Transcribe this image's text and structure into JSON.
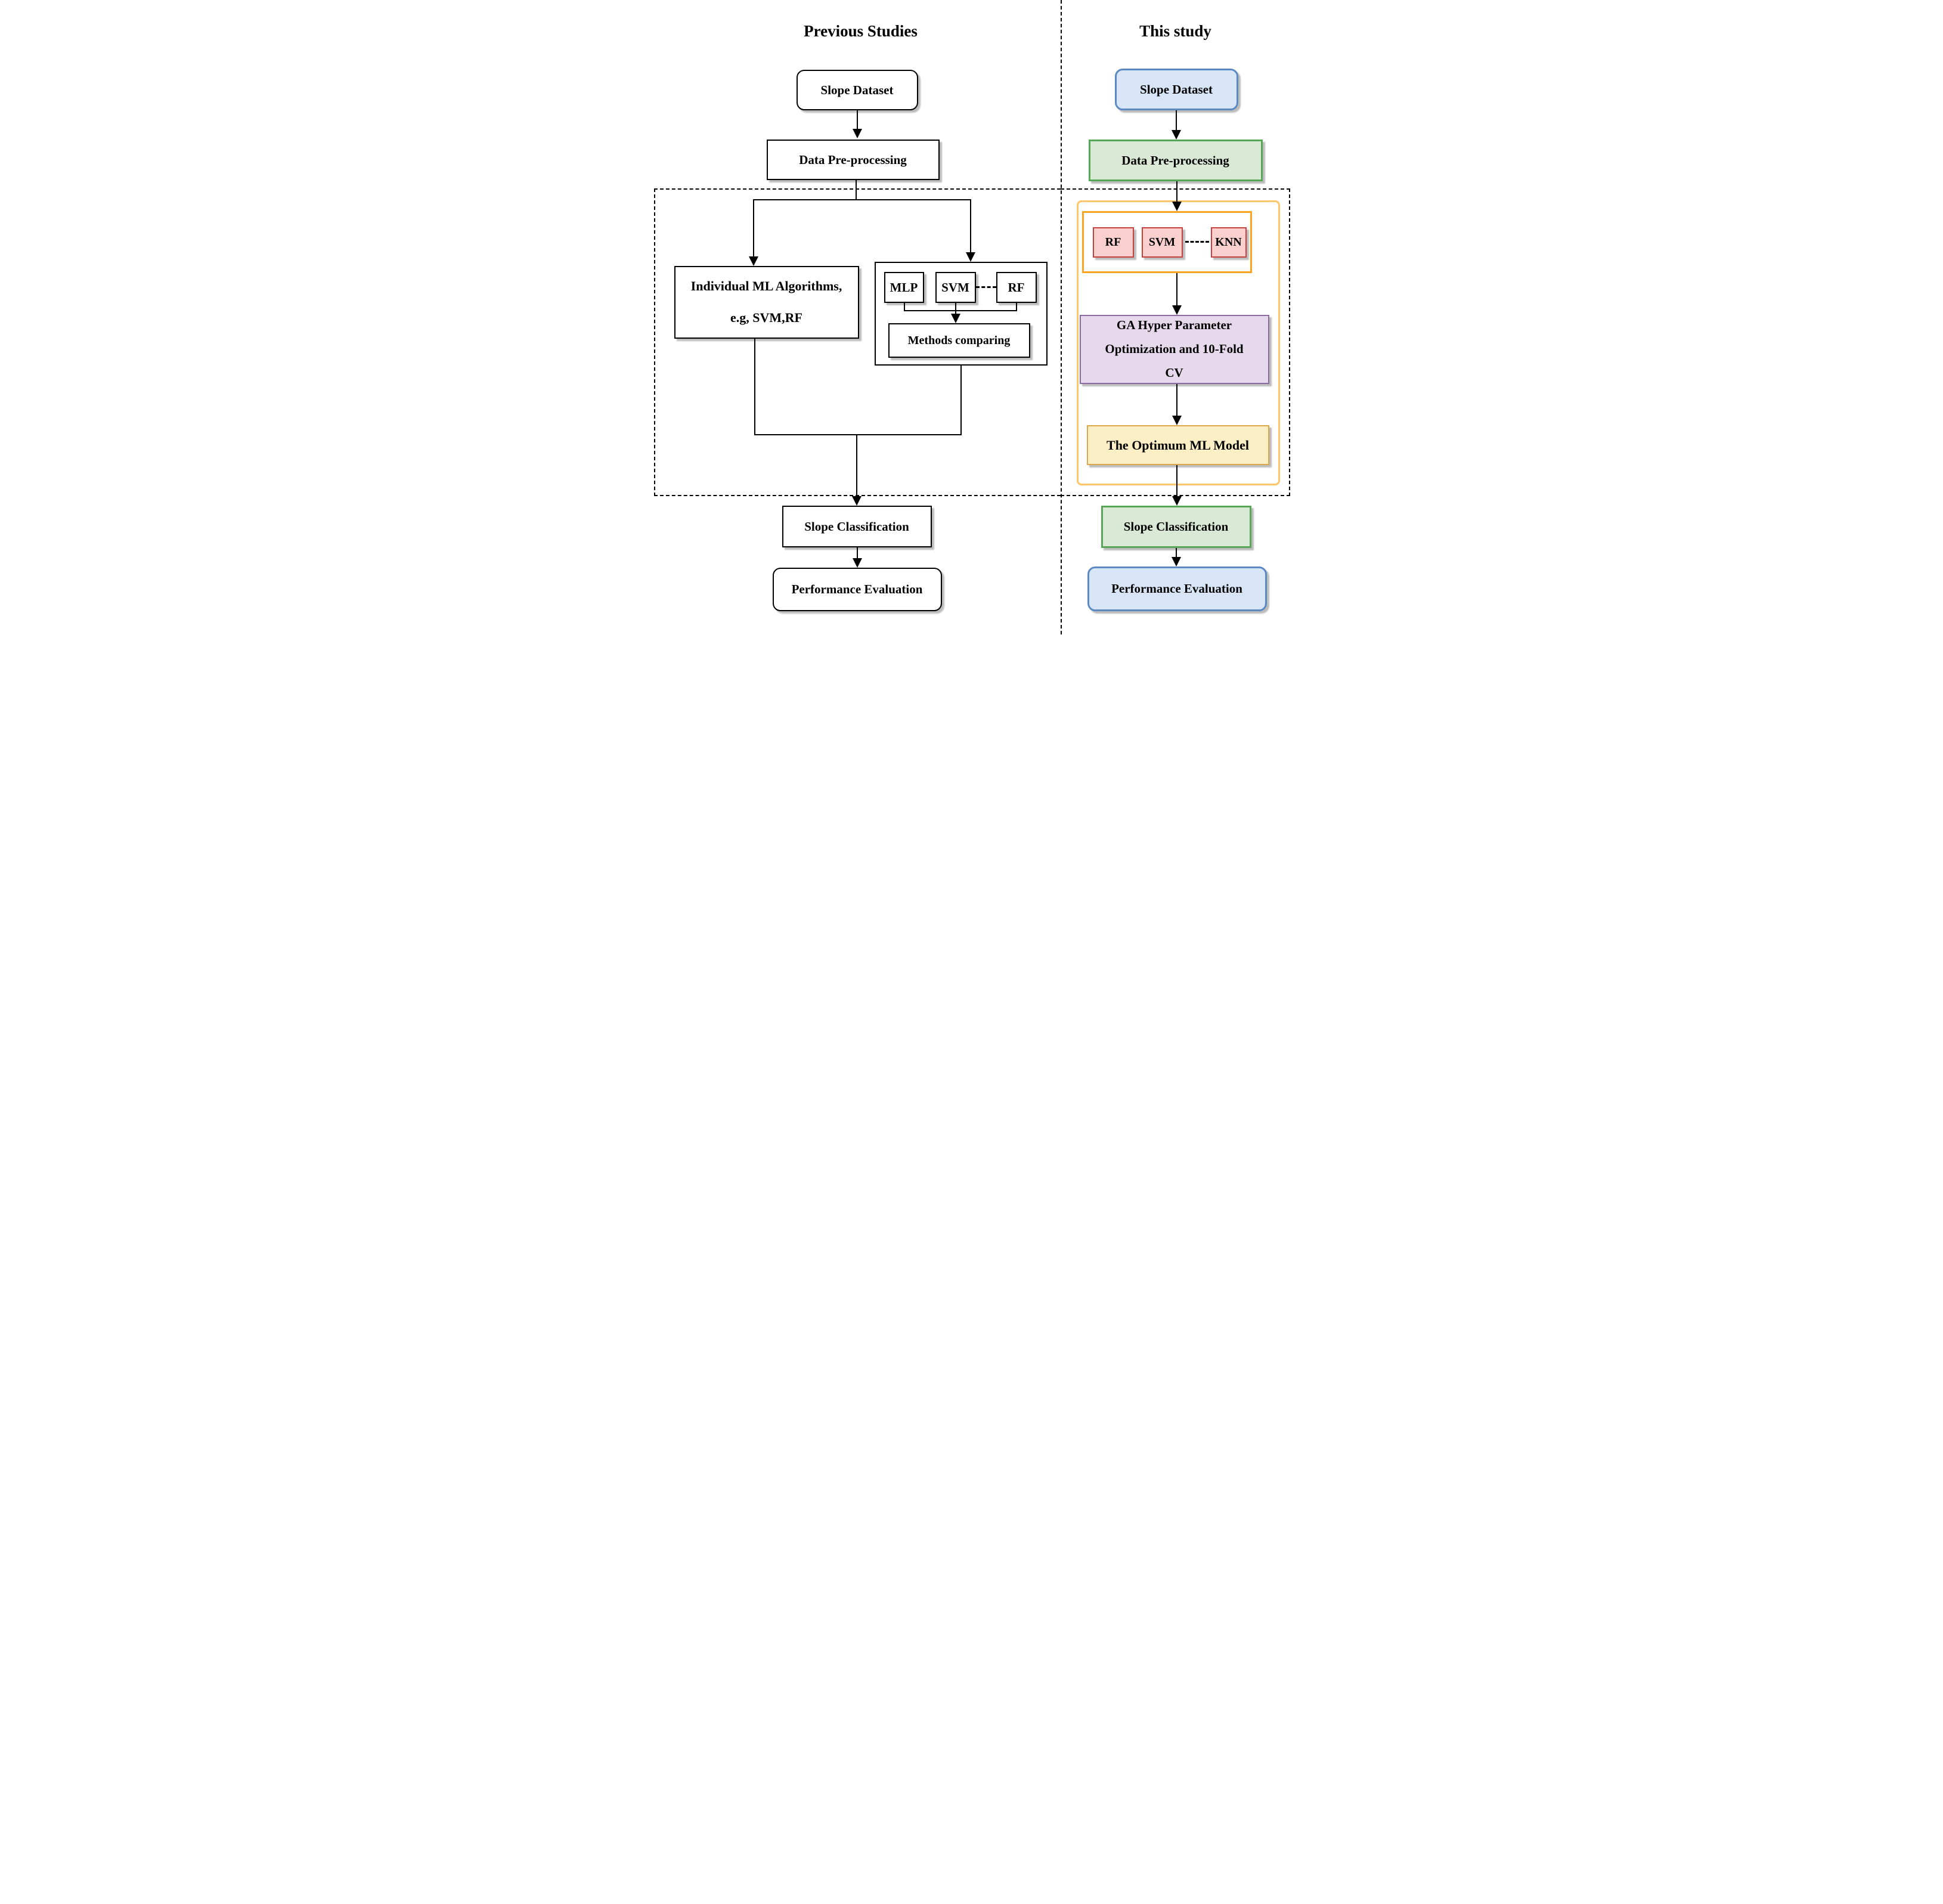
{
  "titles": {
    "previous": "Previous Studies",
    "current": "This study"
  },
  "previous_studies": {
    "slope_dataset": "Slope Dataset",
    "data_preprocessing": "Data Pre-processing",
    "individual_ml_line1": "Individual ML Algorithms,",
    "individual_ml_line2": "e.g, SVM,RF",
    "algorithm_mlp": "MLP",
    "algorithm_svm": "SVM",
    "algorithm_rf": "RF",
    "methods_comparing": "Methods comparing",
    "slope_classification": "Slope Classification",
    "performance_evaluation": "Performance Evaluation"
  },
  "this_study": {
    "slope_dataset": "Slope Dataset",
    "data_preprocessing": "Data Pre-processing",
    "algorithm_rf": "RF",
    "algorithm_svm": "SVM",
    "algorithm_knn": "KNN",
    "ga_box_line1": "GA Hyper Parameter",
    "ga_box_line2": "Optimization and 10-Fold",
    "ga_box_line3": "CV",
    "optimum_model": "The Optimum ML Model",
    "slope_classification": "Slope Classification",
    "performance_evaluation": "Performance Evaluation"
  },
  "colors": {
    "blue_fill": "#d7e5f7",
    "blue_border": "#5b89c4",
    "green_fill": "#dae9d5",
    "green_border": "#58a758",
    "pink_fill": "#fad0ce",
    "pink_border": "#c7413e",
    "purple_fill": "#e5d9eb",
    "purple_border": "#8e6b9e",
    "yellow_fill": "#fcefc5",
    "yellow_border": "#d9a94b",
    "orange_outer_border": "#ffc569",
    "orange_inner_border": "#fba41e",
    "line_color": "#000000",
    "shadow_color": "#bcbcbc"
  }
}
